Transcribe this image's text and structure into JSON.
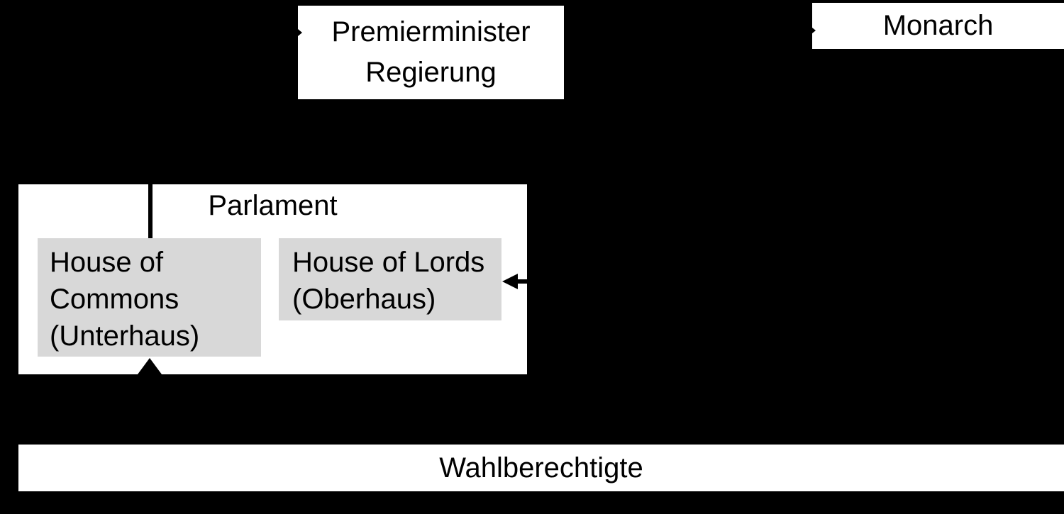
{
  "colors": {
    "background": "#000000",
    "node_fill": "#ffffff",
    "chamber_fill": "#d8d8d8",
    "text": "#000000",
    "connector": "#000000"
  },
  "nodes": {
    "premierminister": {
      "lines": [
        "Premierminister",
        "Regierung"
      ]
    },
    "monarch": {
      "label": "Monarch"
    },
    "parlament": {
      "title": "Parlament",
      "house_of_commons": {
        "lines": [
          "House of",
          "Commons",
          "(Unterhaus)"
        ]
      },
      "house_of_lords": {
        "lines": [
          "House of Lords",
          "(Oberhaus)"
        ]
      }
    },
    "wahlberechtigte": {
      "label": "Wahlberechtigte"
    }
  },
  "connectors": {
    "parlament_vertical_line": "connects Parlament top edge down to House of Commons",
    "arrow_into_house_of_lords": "left-pointing arrow entering from right edge",
    "arrow_voters_to_commons": "upward arrowhead below House of Commons",
    "arrow_tip_premierminister": "right-pointing arrow tip at left edge of Premierminister box",
    "arrow_tip_monarch": "right-pointing arrow tip at left edge of Monarch box"
  }
}
